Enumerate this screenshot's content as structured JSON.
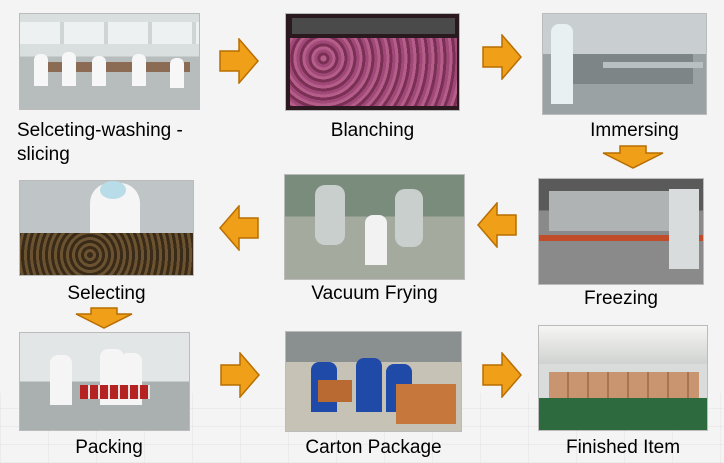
{
  "steps": [
    {
      "label": "Selceting-washing -",
      "label2": "slicing"
    },
    {
      "label": "Blanching"
    },
    {
      "label": "Immersing"
    },
    {
      "label": "Freezing"
    },
    {
      "label": "Vacuum Frying"
    },
    {
      "label": "Selecting"
    },
    {
      "label": "Packing"
    },
    {
      "label": "Carton Package"
    },
    {
      "label": "Finished Item"
    }
  ],
  "colors": {
    "arrow": "#f0a018",
    "arrow_stroke": "#b86e00"
  }
}
